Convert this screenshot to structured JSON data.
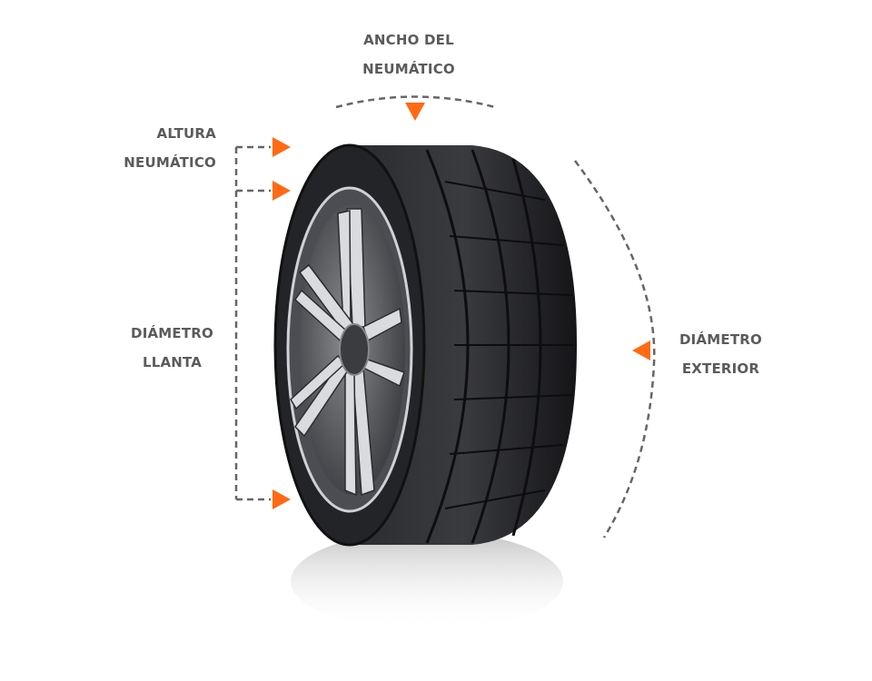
{
  "labels": {
    "width": {
      "line1": "ANCHO DEL",
      "line2": "NEUMÁTICO"
    },
    "height": {
      "line1": "ALTURA",
      "line2": "NEUMÁTICO"
    },
    "rim_diameter": {
      "line1": "DIÁMETRO",
      "line2": "LLANTA"
    },
    "outer_diameter": {
      "line1": "DIÁMETRO",
      "line2": "EXTERIOR"
    }
  },
  "colors": {
    "accent": "#ff6a13",
    "text": "#5b5b5b",
    "guide": "#666666",
    "tire": "#1c1d20"
  }
}
